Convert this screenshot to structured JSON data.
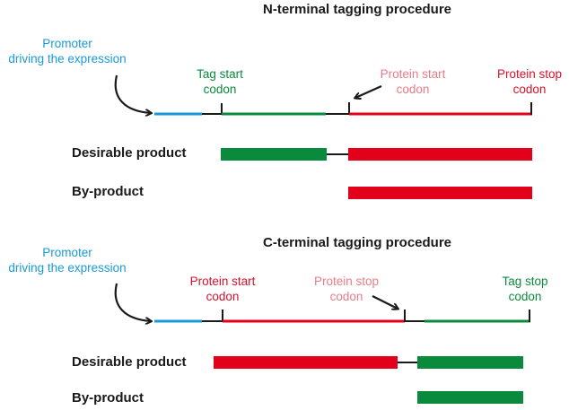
{
  "colors": {
    "promoter": "#1a9ad6",
    "tag": "#0a8a3c",
    "protein": "#e3001b",
    "linker": "#1a1a1a",
    "protein_label_light": "#e97c88",
    "protein_label_strong": "#d8102a"
  },
  "n_terminal": {
    "title": "N-terminal tagging procedure",
    "promoter_label_line1": "Promoter",
    "promoter_label_line2": "driving the expression",
    "tag_start_line1": "Tag start",
    "tag_start_line2": "codon",
    "protein_start_line1": "Protein start",
    "protein_start_line2": "codon",
    "protein_stop_line1": "Protein stop",
    "protein_stop_line2": "codon",
    "desirable_label": "Desirable product",
    "byproduct_label": "By-product"
  },
  "c_terminal": {
    "title": "C-terminal tagging procedure",
    "promoter_label_line1": "Promoter",
    "promoter_label_line2": "driving the expression",
    "protein_start_line1": "Protein start",
    "protein_start_line2": "codon",
    "protein_stop_line1": "Protein stop",
    "protein_stop_line2": "codon",
    "tag_stop_line1": "Tag stop",
    "tag_stop_line2": "codon",
    "desirable_label": "Desirable product",
    "byproduct_label": "By-product"
  }
}
